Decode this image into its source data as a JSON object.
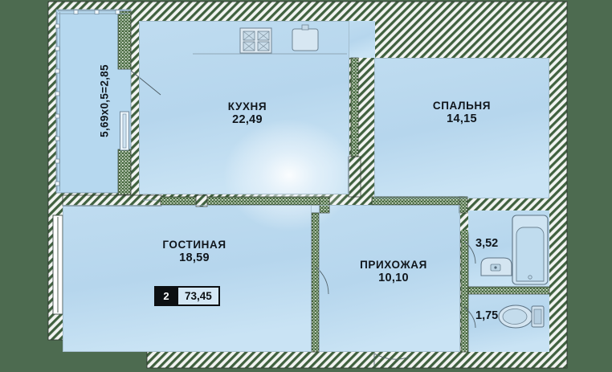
{
  "plan": {
    "type": "apartment-floor-plan",
    "background_color": "#4d6b50",
    "room_fill_color": "#b3d7ef",
    "wall_hatch_color": "#3c5f42",
    "label_color": "#10161c",
    "badge": {
      "rooms": "2",
      "total_area": "73,45"
    },
    "rooms": [
      {
        "key": "kitchen",
        "name": "КУХНЯ",
        "area": "22,49"
      },
      {
        "key": "bedroom",
        "name": "СПАЛЬНЯ",
        "area": "14,15"
      },
      {
        "key": "living",
        "name": "ГОСТИНАЯ",
        "area": "18,59"
      },
      {
        "key": "hall",
        "name": "ПРИХОЖАЯ",
        "area": "10,10"
      },
      {
        "key": "bathroom",
        "name": "",
        "area": "3,52"
      },
      {
        "key": "wc",
        "name": "",
        "area": "1,75"
      }
    ],
    "balcony": {
      "label": "5,69х0,5=2,85"
    },
    "fixtures": [
      "stove-4-burner",
      "kitchen-sink",
      "bathtub",
      "washbasin",
      "toilet"
    ]
  }
}
